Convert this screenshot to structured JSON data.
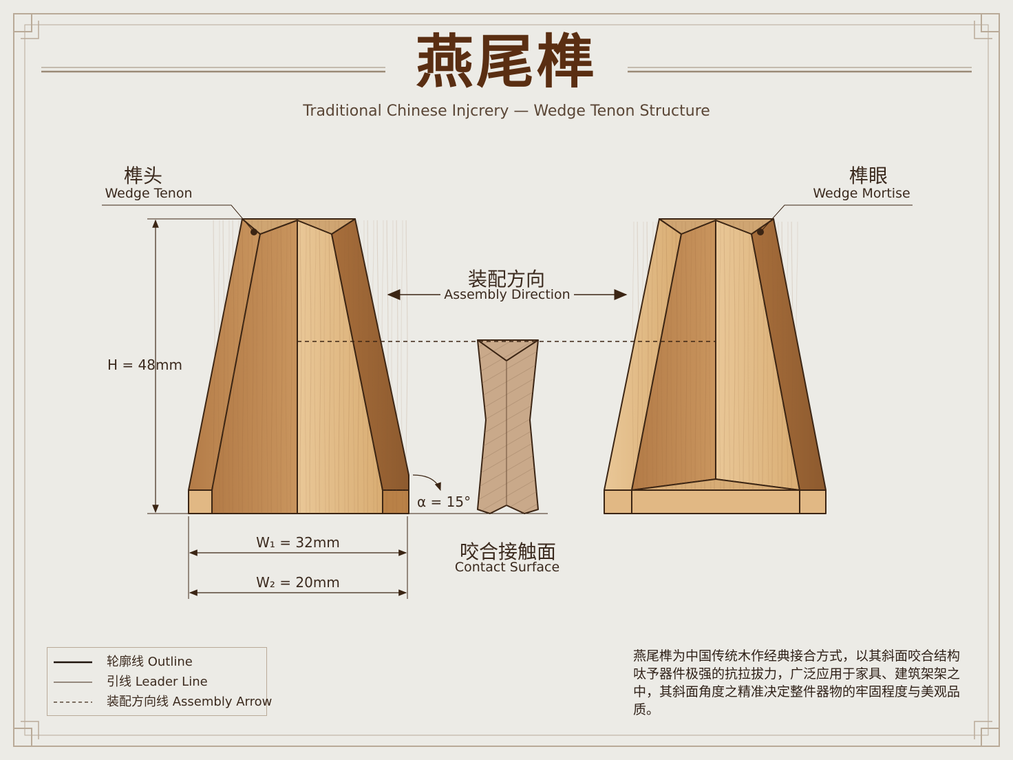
{
  "title": "燕尾榫",
  "subtitle": "Traditional Chinese Injcrery — Wedge Tenon Structure",
  "tenon": {
    "label_zh": "榫头",
    "label_en": "Wedge Tenon"
  },
  "mortise": {
    "label_zh": "榫眼",
    "label_en": "Wedge Mortise"
  },
  "assembly": {
    "label_zh": "装配方向",
    "label_en": "Assembly Direction"
  },
  "contact": {
    "label_zh": "咬合接触面",
    "label_en": "Contact Surface"
  },
  "dimensions": {
    "height": "H = 48mm",
    "w1": "W₁ = 32mm",
    "w2": "W₂ = 20mm",
    "angle": "α = 15°"
  },
  "legend": [
    {
      "style": "solid-thick",
      "text": "轮廓线 Outline"
    },
    {
      "style": "solid-thin",
      "text": "引线 Leader Line"
    },
    {
      "style": "dashed",
      "text": "装配方向线 Assembly Arrow"
    }
  ],
  "description": "燕尾榫为中国传统木作经典接合方式，以其斜面咬合结构呔予器件极强的抗拉拔力，广泛应用于家具、建筑架架之中，其斜面角度之精准决定整件器物的牢固程度与美观品质。",
  "colors": {
    "background": "#ecebe6",
    "title": "#5a2e12",
    "frame": "#b9aa98",
    "wood_light": "#e6c18c",
    "wood_mid": "#c9955e",
    "wood_dark": "#a06d3e",
    "outline": "#3b2514"
  }
}
